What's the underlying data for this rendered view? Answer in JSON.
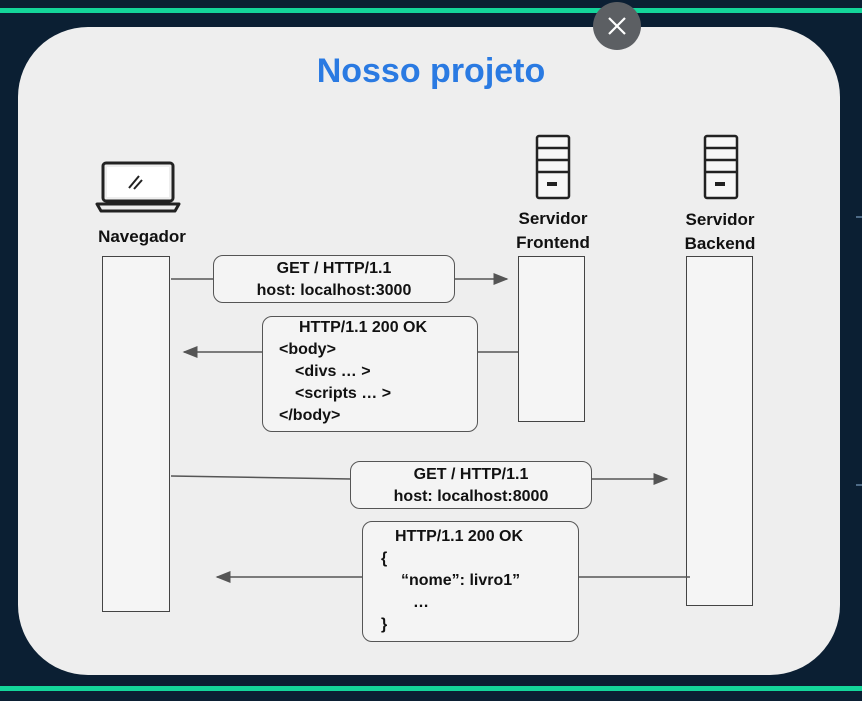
{
  "slide": {
    "title": "Nosso projeto"
  },
  "actors": {
    "browser": {
      "label": "Navegador",
      "icon": "laptop-icon"
    },
    "frontend": {
      "label_line1": "Servidor",
      "label_line2": "Frontend",
      "icon": "server-icon"
    },
    "backend": {
      "label_line1": "Servidor",
      "label_line2": "Backend",
      "icon": "server-icon"
    }
  },
  "messages": {
    "req_frontend": {
      "line1": "GET / HTTP/1.1",
      "line2": "host: localhost:3000"
    },
    "res_frontend": {
      "line1": "HTTP/1.1 200 OK",
      "line2": "<body>",
      "line3": "<divs … >",
      "line4": "<scripts … >",
      "line5": "</body>"
    },
    "req_backend": {
      "line1": "GET / HTTP/1.1",
      "line2": "host: localhost:8000"
    },
    "res_backend": {
      "line1": "HTTP/1.1 200 OK",
      "line2": "{",
      "line3": "“nome”: livro1”",
      "line4": "…",
      "line5": "}"
    }
  },
  "colors": {
    "accent_bar": "#14d59a",
    "title": "#2a7ae2",
    "background": "#0b1f33"
  },
  "controls": {
    "close_icon": "close-icon"
  }
}
